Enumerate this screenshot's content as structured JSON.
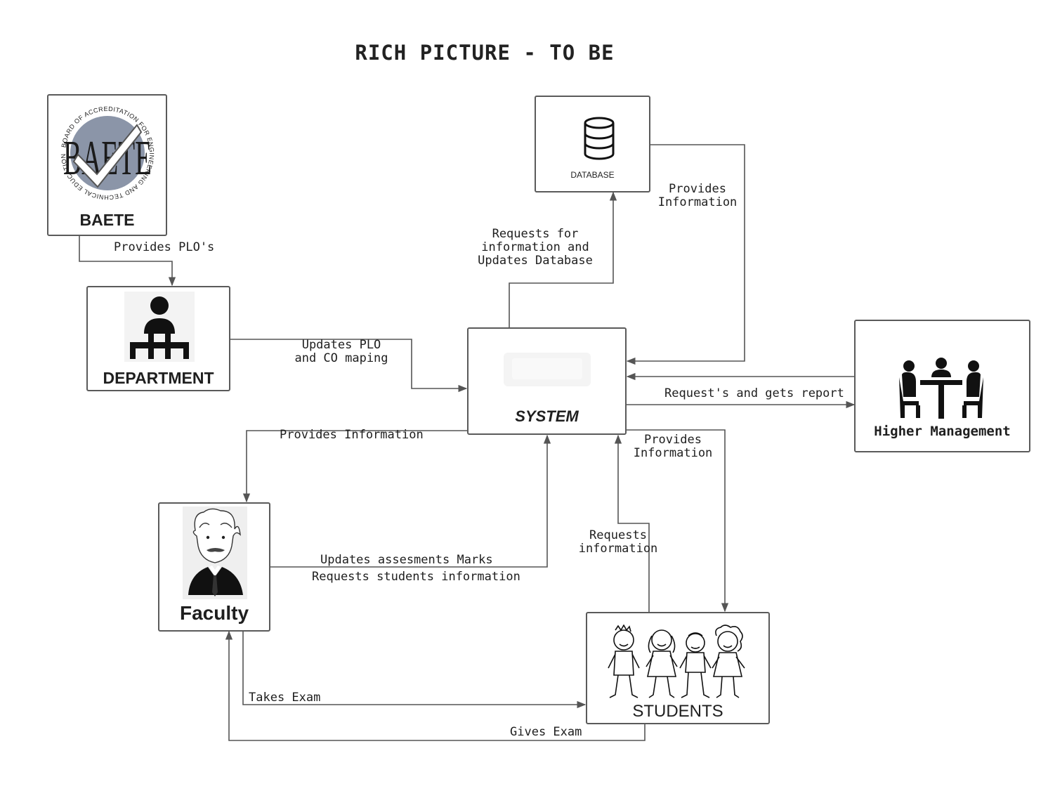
{
  "title": "RICH PICTURE - TO BE",
  "nodes": {
    "baete": {
      "label": "BAETE",
      "logo_text": "BOARD OF ACCREDITATION FOR ENGINEERING AND TECHNICAL EDUCATION",
      "logo_letters": "BAETE"
    },
    "department": {
      "label": "DEPARTMENT"
    },
    "database": {
      "label": "DATABASE"
    },
    "system": {
      "label": "SYSTEM"
    },
    "higher_management": {
      "label": "Higher Management"
    },
    "faculty": {
      "label": "Faculty"
    },
    "students": {
      "label": "STUDENTS"
    }
  },
  "edges": {
    "provides_plos": "Provides PLO's",
    "updates_plo": "Updates PLO\nand CO maping",
    "requests_db": "Requests for\ninformation and\nUpdates Database",
    "db_provides": "Provides\nInformation",
    "hm_request": "Request's and gets report",
    "system_to_faculty": "Provides Information",
    "system_to_students": "Provides\nInformation",
    "students_request": "Requests\ninformation",
    "faculty_updates": "Updates assesments Marks",
    "faculty_requests": "Requests students information",
    "takes_exam": "Takes Exam",
    "gives_exam": "Gives Exam"
  },
  "colors": {
    "line": "#555555",
    "box_border": "#5a5a5a",
    "text": "#1e1e1e",
    "logo_fill": "#8b95a8"
  },
  "icons": [
    "baete-logo",
    "department-person-icon",
    "database-icon",
    "system-logo",
    "meeting-table-icon",
    "faculty-portrait-icon",
    "students-kids-icon"
  ]
}
